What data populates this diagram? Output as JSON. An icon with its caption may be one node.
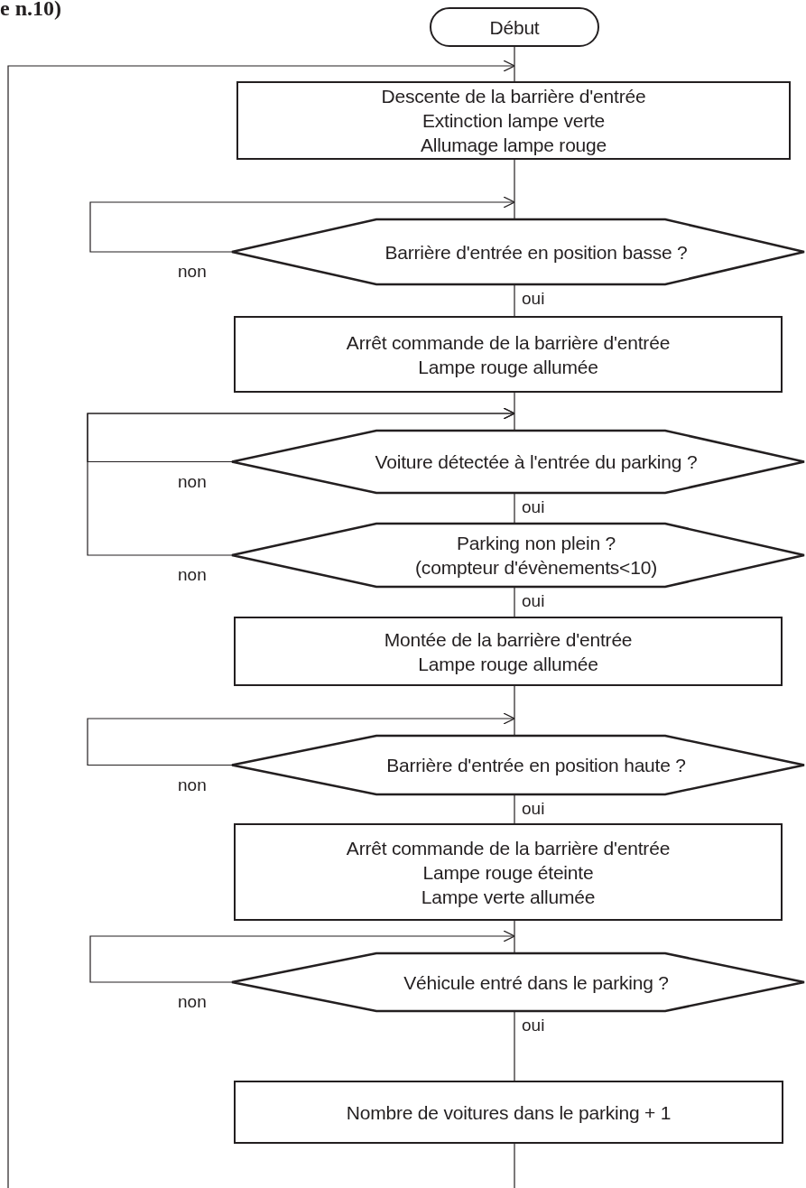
{
  "diagram": {
    "title": "e n.10)",
    "nodes": [
      {
        "text": [
          "Début"
        ]
      },
      {
        "text": [
          "Descente de la barrière d'entrée",
          "Extinction lampe verte",
          "Allumage lampe rouge"
        ]
      },
      {
        "text": [
          "Barrière d'entrée en position basse ?"
        ]
      },
      {
        "text": [
          "Arrêt commande de la barrière d'entrée",
          "Lampe rouge allumée"
        ]
      },
      {
        "text": [
          "Voiture détectée à l'entrée du parking ?"
        ]
      },
      {
        "text": [
          "Parking non plein ?",
          "(compteur d'évènements<10)"
        ]
      },
      {
        "text": [
          "Montée de la barrière d'entrée",
          "Lampe rouge allumée"
        ]
      },
      {
        "text": [
          "Barrière d'entrée en position haute ?"
        ]
      },
      {
        "text": [
          "Arrêt commande de la barrière d'entrée",
          "Lampe rouge éteinte",
          "Lampe verte allumée"
        ]
      },
      {
        "text": [
          "Véhicule entré dans le parking ?"
        ]
      },
      {
        "text": [
          "Nombre de voitures dans le parking + 1"
        ]
      }
    ],
    "edges": [
      {
        "from": 0,
        "to": 1,
        "arrow": "none"
      },
      {
        "from": 1,
        "to": 2,
        "arrow": "none"
      },
      {
        "from": 2,
        "to": 2,
        "arrow": "to",
        "label": "non"
      },
      {
        "from": 2,
        "to": 3,
        "arrow": "none",
        "label": "oui"
      },
      {
        "from": 3,
        "to": 4,
        "arrow": "none"
      },
      {
        "from": 4,
        "to": 4,
        "arrow": "to",
        "label": "non"
      },
      {
        "from": 4,
        "to": 5,
        "arrow": "none",
        "label": "oui"
      },
      {
        "from": 5,
        "to": 4,
        "arrow": "to",
        "label": "non"
      },
      {
        "from": 5,
        "to": 6,
        "arrow": "none",
        "label": "oui"
      },
      {
        "from": 6,
        "to": 7,
        "arrow": "none"
      },
      {
        "from": 7,
        "to": 7,
        "arrow": "to",
        "label": "non"
      },
      {
        "from": 7,
        "to": 8,
        "arrow": "none",
        "label": "oui"
      },
      {
        "from": 8,
        "to": 9,
        "arrow": "none"
      },
      {
        "from": 9,
        "to": 9,
        "arrow": "to",
        "label": "non"
      },
      {
        "from": 9,
        "to": 10,
        "arrow": "none",
        "label": "oui"
      },
      {
        "from": 10,
        "to": null,
        "arrow": "none"
      },
      {
        "from": null,
        "to": 1,
        "arrow": "to"
      }
    ]
  }
}
